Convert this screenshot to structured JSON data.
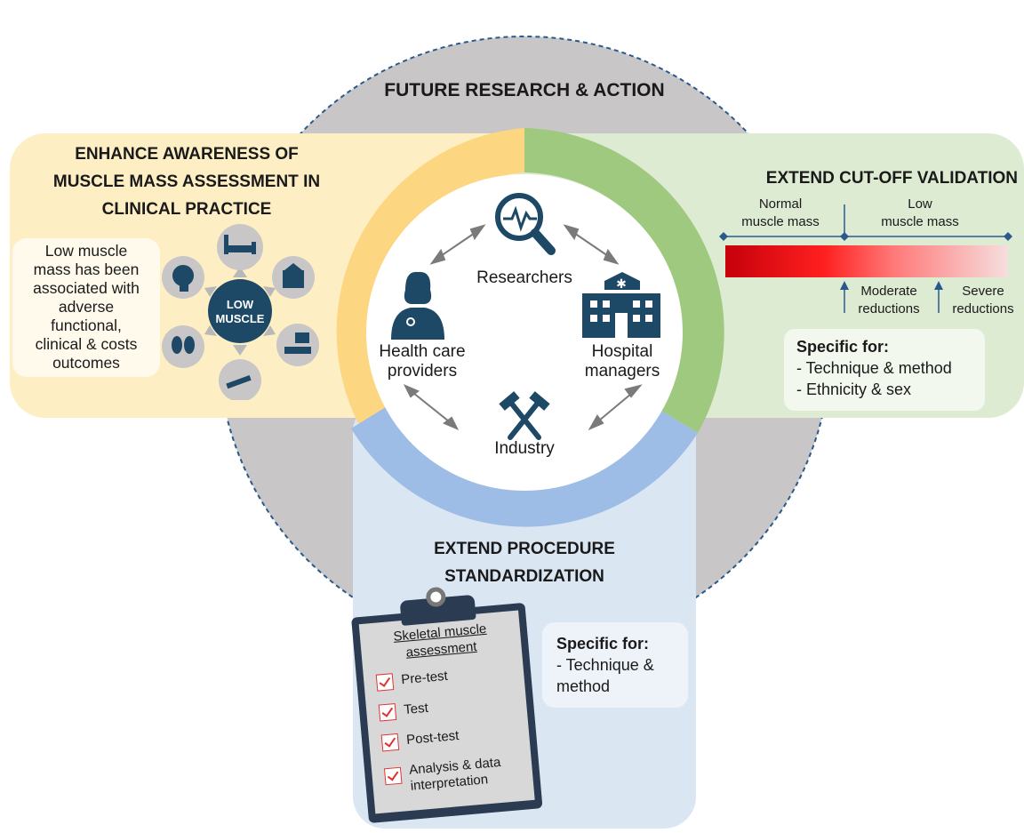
{
  "title": "FUTURE RESEARCH & ACTION",
  "colors": {
    "awareness": "#fdeec4",
    "validation": "#deebd3",
    "standardization": "#dbe6f3",
    "ring_yellow": "#fcd680",
    "ring_green": "#9fc97f",
    "ring_blue": "#9ebde6",
    "grey_circle": "#c8c6c7",
    "icon_dark": "#1d4866"
  },
  "awareness": {
    "heading_lines": [
      "ENHANCE AWARENESS OF",
      "MUSCLE MASS ASSESSMENT IN",
      "CLINICAL PRACTICE"
    ],
    "note_lines": [
      "Low muscle",
      "mass has been",
      "associated with",
      "adverse",
      "functional,",
      "clinical & costs",
      "outcomes"
    ],
    "hub_lines": [
      "LOW",
      "MUSCLE"
    ],
    "icons": [
      "hospital-bed-icon",
      "hospital-building-icon",
      "patient-monitor-icon",
      "syringe-icon",
      "organs-icon",
      "brain-icon"
    ]
  },
  "center": {
    "researchers": "Researchers",
    "providers_lines": [
      "Health care",
      "providers"
    ],
    "managers_lines": [
      "Hospital",
      "managers"
    ],
    "industry": "Industry"
  },
  "validation": {
    "heading": "EXTEND CUT-OFF VALIDATION",
    "normal_lines": [
      "Normal",
      "muscle mass"
    ],
    "low_lines": [
      "Low",
      "muscle mass"
    ],
    "moderate_lines": [
      "Moderate",
      "reductions"
    ],
    "severe_lines": [
      "Severe",
      "reductions"
    ],
    "specific_title": "Specific for:",
    "specific_items": [
      "- Technique & method",
      "- Ethnicity & sex"
    ]
  },
  "standardization": {
    "heading_lines": [
      "EXTEND PROCEDURE",
      "STANDARDIZATION"
    ],
    "clipboard_title_lines": [
      "Skeletal muscle",
      "assessment"
    ],
    "checklist": [
      "Pre-test",
      "Test",
      "Post-test"
    ],
    "checklist_last_lines": [
      "Analysis & data",
      "interpretation"
    ],
    "specific_title": "Specific for:",
    "specific_lines": [
      "- Technique &",
      "method"
    ]
  }
}
